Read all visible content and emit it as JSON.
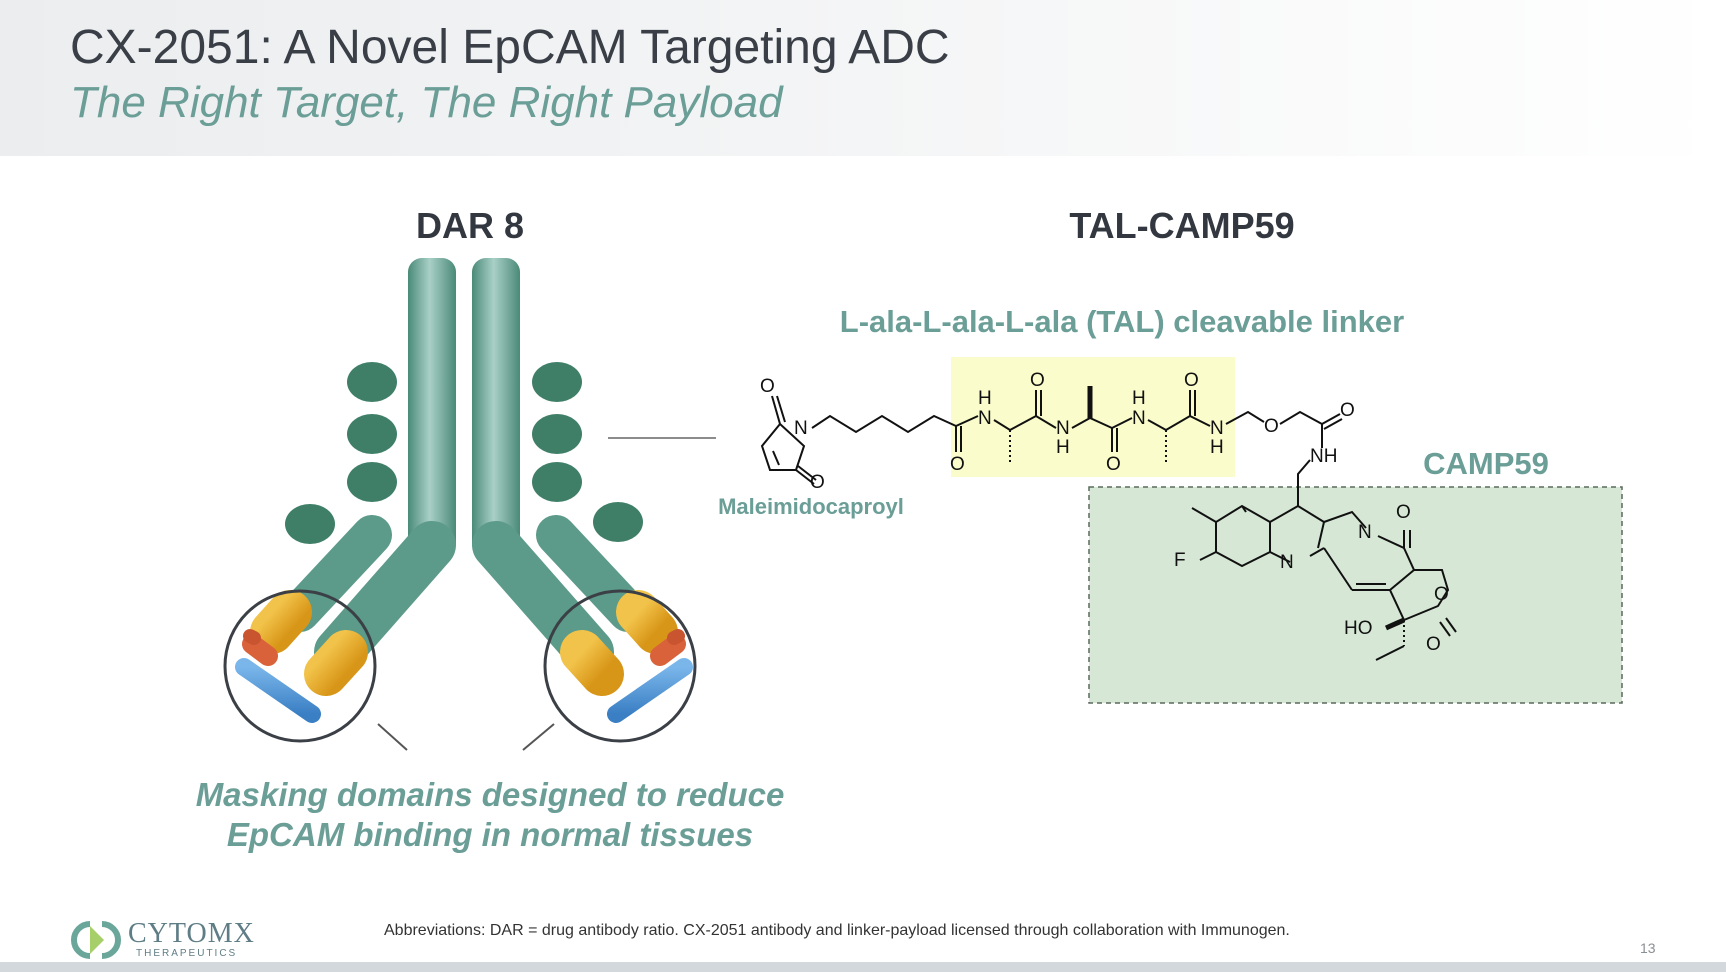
{
  "slide": {
    "title": "CX-2051: A Novel EpCAM Targeting ADC",
    "subtitle": "The Right Target, The Right Payload",
    "page_number": "13"
  },
  "antibody": {
    "label": "DAR 8",
    "caption_line1": "Masking domains designed to reduce",
    "caption_line2": "EpCAM binding in normal tissues"
  },
  "molecule": {
    "label": "TAL-CAMP59",
    "linker_label": "L-ala-L-ala-L-ala (TAL) cleavable linker",
    "maleimide_label": "Maleimidocaproyl",
    "payload_label": "CAMP59",
    "atoms": {
      "O": "O",
      "N": "N",
      "H": "H",
      "NH": "NH",
      "F": "F",
      "HO": "HO"
    }
  },
  "footer": {
    "abbreviations": "Abbreviations: DAR = drug antibody ratio. CX-2051 antibody and linker-payload licensed through collaboration with Immunogen.",
    "logo_name": "CYTOMX",
    "logo_sub": "THERAPEUTICS"
  },
  "colors": {
    "teal_dark": "#4a8a78",
    "teal_light": "#7fb0a6",
    "accent_text": "#6a9e96",
    "masking_yellow": "#e8ae2a",
    "masking_red": "#d9623a",
    "masking_blue": "#4f92d6",
    "linker_highlight": "#fafccb",
    "payload_box": "#d6e8d5"
  }
}
